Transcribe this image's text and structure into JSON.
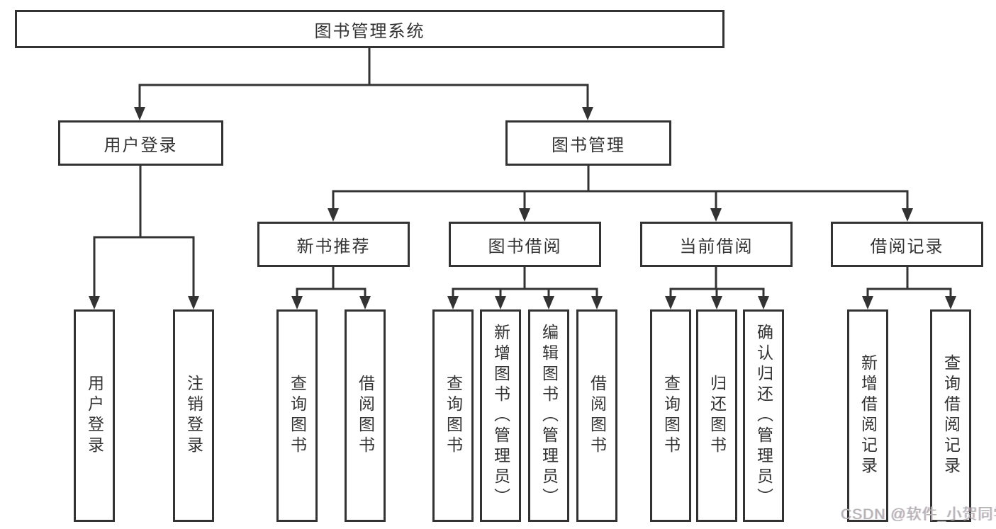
{
  "diagram": {
    "root": {
      "label": "图书管理系统"
    },
    "level2": {
      "user_login": {
        "label": "用户登录"
      },
      "book_mgmt": {
        "label": "图书管理"
      }
    },
    "level3": {
      "new_books": {
        "label": "新书推荐"
      },
      "book_borrow": {
        "label": "图书借阅"
      },
      "current_borrow": {
        "label": "当前借阅"
      },
      "borrow_records": {
        "label": "借阅记录"
      }
    },
    "leaves": {
      "user_login": [
        "用户登录",
        "注销登录"
      ],
      "new_books": [
        "查询图书",
        "借阅图书"
      ],
      "book_borrow": [
        "查询图书",
        "新增图书（管理员）",
        "编辑图书（管理员）",
        "借阅图书"
      ],
      "current_borrow": [
        "查询图书",
        "归还图书",
        "确认归还（管理员）"
      ],
      "borrow_records": [
        "新增借阅记录",
        "查询借阅记录"
      ]
    }
  },
  "watermark": {
    "text": "CSDN @软件_小贺同学"
  },
  "colors": {
    "line": "#333333",
    "text": "#333333",
    "box_bg": "#ffffff",
    "watermark": "#b3b3b3"
  }
}
